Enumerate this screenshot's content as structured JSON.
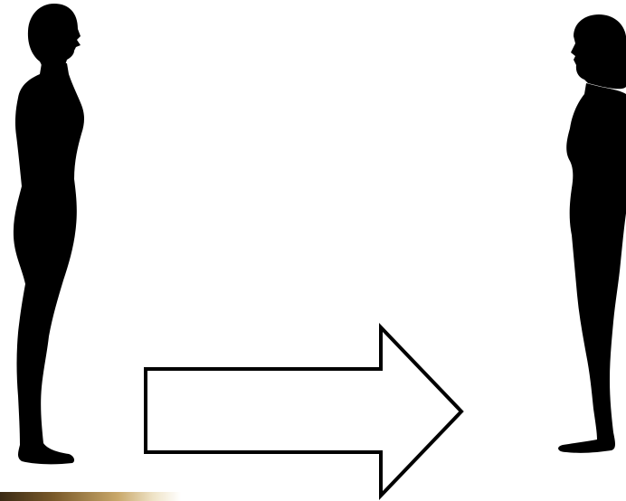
{
  "diagram": {
    "figures": [
      {
        "id": "male",
        "label": "",
        "icon": "male-silhouette-icon",
        "facing": "right"
      },
      {
        "id": "female",
        "label": "",
        "icon": "female-silhouette-icon",
        "facing": "left"
      }
    ],
    "arrow": {
      "icon": "right-arrow-icon",
      "direction": "right",
      "fill": "#ffffff",
      "stroke": "#000000"
    },
    "colors": {
      "silhouette": "#000000",
      "background": "#ffffff"
    }
  }
}
